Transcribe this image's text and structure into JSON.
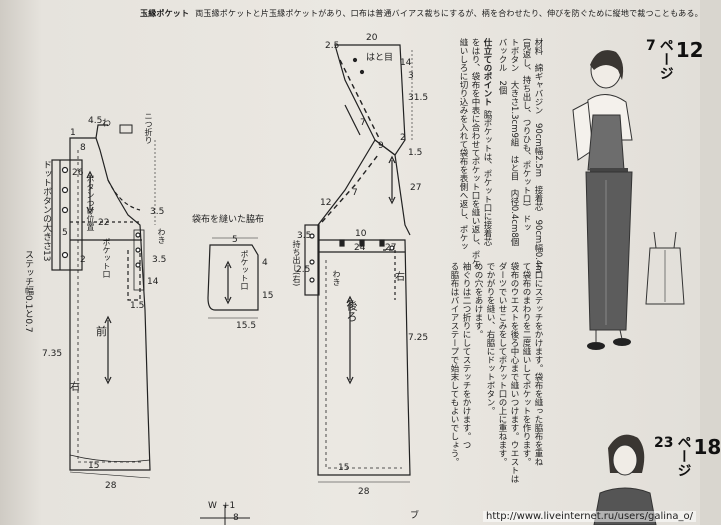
{
  "header": {
    "label": "玉縁ポケット",
    "text": "両玉縁ポケットと片玉縁ポケットがあり、口布は普通バイアス裁ちにするが、柄を合わせたり、伸びを防ぐために縦地で裁つこともある。"
  },
  "front": {
    "label": "前",
    "pocket_label": "ポケット口",
    "dims": {
      "top_a": "4.5",
      "top_b": "わ",
      "fold": "ニつ折り",
      "d8": "8",
      "d26": "26",
      "d22": "22",
      "d1": "1",
      "d5": "5",
      "d35a": "3.5",
      "d35b": "3.5",
      "d15": "1.5",
      "d14": "14",
      "d2": "2",
      "d735": "7.35",
      "d15b": "15",
      "d28": "28"
    },
    "right": "右",
    "side_note": "わき",
    "button_note": "ドットボタンの大きさ13",
    "stitch_note": "ステッチ幅0.1と0.7",
    "button_note2": "ボタンつけ位置"
  },
  "pocket_bag": {
    "title": "袋布を縫いた脇布",
    "pocket_label": "ポケット口",
    "d5": "5",
    "d4": "4",
    "d15": "15",
    "d155": "15.5"
  },
  "back": {
    "label": "後ろ",
    "dims": {
      "d20": "20",
      "d25": "2.5",
      "d14": "14",
      "d3": "3",
      "d315": "31.5",
      "d7": "7",
      "d9": "9",
      "d2": "2",
      "d27": "27",
      "d15": "1.5",
      "d12": "12",
      "d10": "10",
      "d35": "3.5",
      "d25b": "2.5",
      "d24": "24",
      "d27b": "27",
      "d725": "7.25",
      "d15b": "15",
      "d28": "28"
    },
    "strap_note": "持ち出し(右)",
    "hatome": "はと目",
    "side_note": "わき",
    "right": "右"
  },
  "instructions": {
    "materials": "材料　綿ギャバジン　90cm幅2.5m　接着芯　90cm幅0.4m",
    "materials2": "(見返し、持ち出し、つりひも、ポケット口)　ドッ",
    "materials3": "トボタン　大きさ1.3cm9組　はと目　内径0.4cm8個",
    "materials4": "バックル　2個",
    "point_title": "仕立てのポイント",
    "point1": "脇ポケットは、ポケット口に接着芯",
    "point2": "をはり、袋布を中表に合わせてポケット口を縫い返し、ポケ",
    "point3": "縫いしろに切り込みを入れて袋布を表側へ返し、ポケッ",
    "point4": "ト口にステッチをかけます。袋布を縫った脇布を重ね",
    "point5": "て袋布のまわりを二度縫いしてポケットを作ります。",
    "point6": "袋布のウエストを後ろ中心まで縫いつけます。ウエストは",
    "point7": "ダーツでいせこみをしてポケット口の上に重ねます。",
    "point8": "でかがりを縫い、右脇にドットボタン。",
    "point9": "めの穴をあけます。",
    "point10": "袖ぐりは二つ折りにしてステッチをかけます。つ",
    "point11": "る脇布はバイアステープで始末してもよいでしょう。"
  },
  "page_refs": [
    {
      "num": "12",
      "unit": "ページ",
      "sub": "7"
    },
    {
      "num": "18",
      "unit": "ページ",
      "sub": "23"
    }
  ],
  "bottom": {
    "w": "W",
    "plus": "+1",
    "d8": "8",
    "note": "ブ"
  },
  "watermark": "http://www.liveinternet.ru/users/galina_o/"
}
